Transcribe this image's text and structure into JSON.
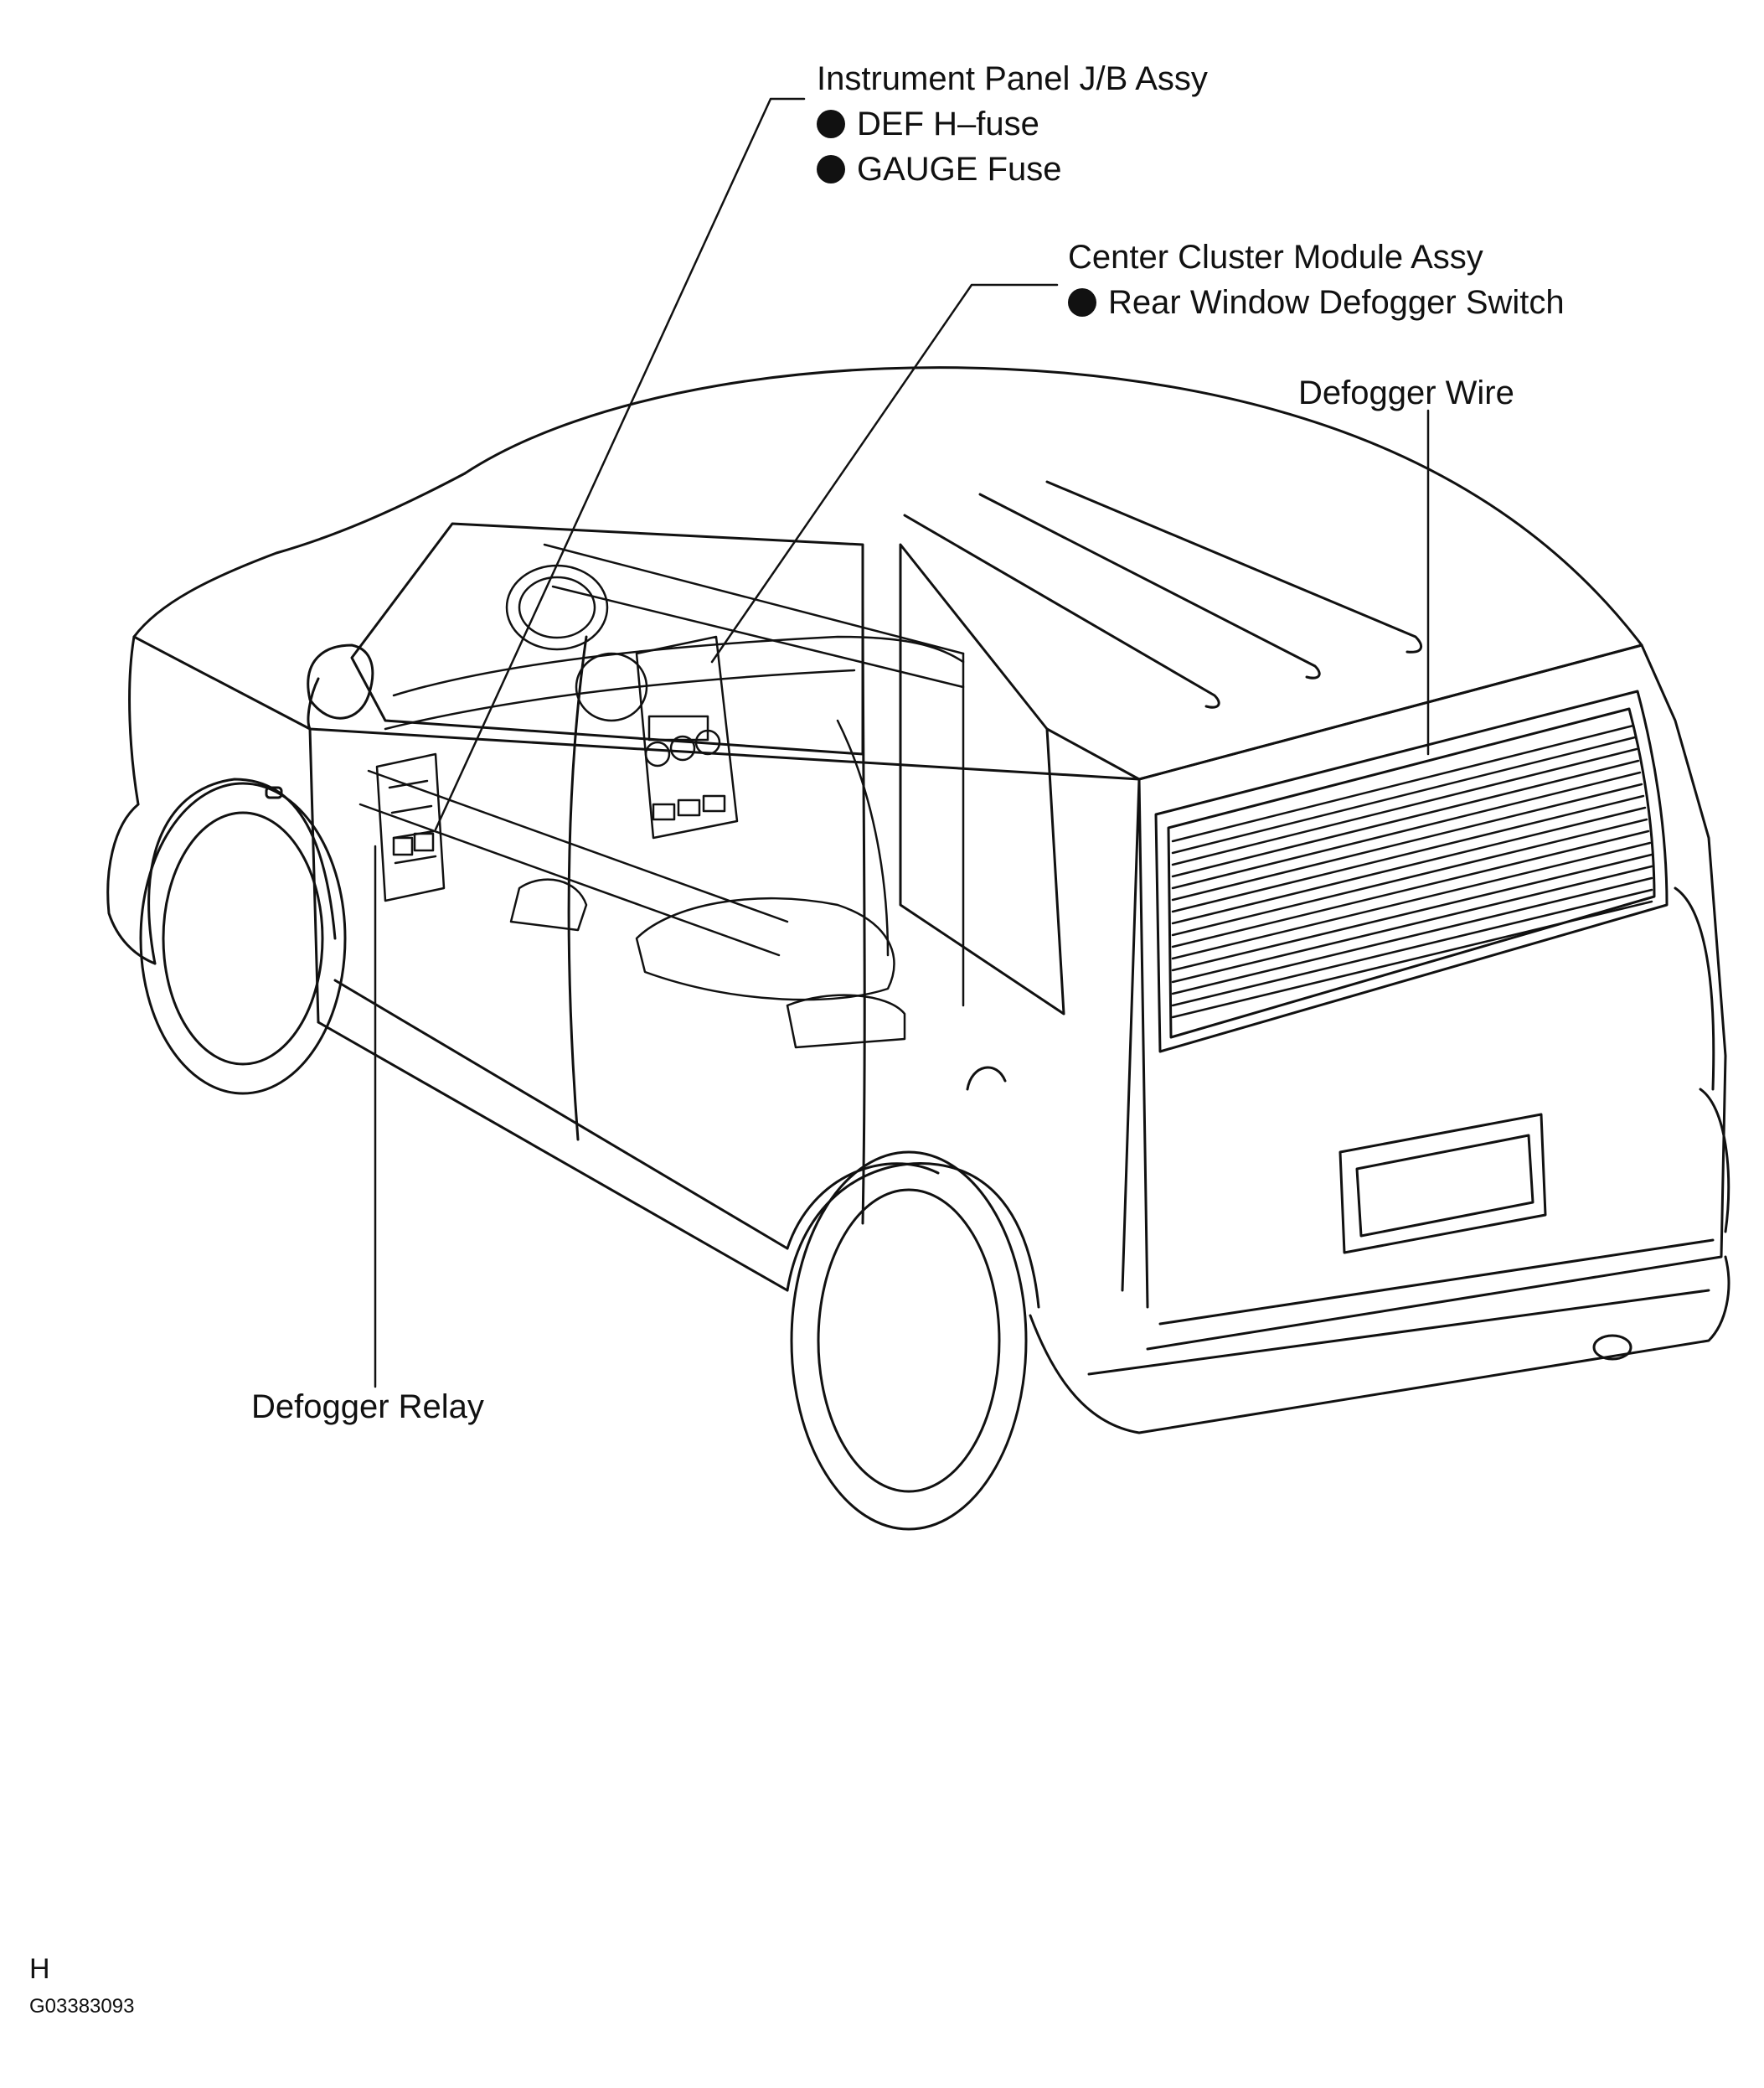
{
  "labels": {
    "instrument_panel": {
      "title": "Instrument Panel J/B Assy",
      "items": [
        "DEF H–fuse",
        "GAUGE Fuse"
      ]
    },
    "center_cluster": {
      "title": "Center Cluster Module Assy",
      "items": [
        "Rear Window Defogger Switch"
      ]
    },
    "defogger_wire": "Defogger Wire",
    "defogger_relay": "Defogger Relay"
  },
  "footer": {
    "section_letter": "H",
    "figure_code": "G03383093"
  },
  "colors": {
    "ink": "#111111",
    "paper": "#ffffff"
  }
}
